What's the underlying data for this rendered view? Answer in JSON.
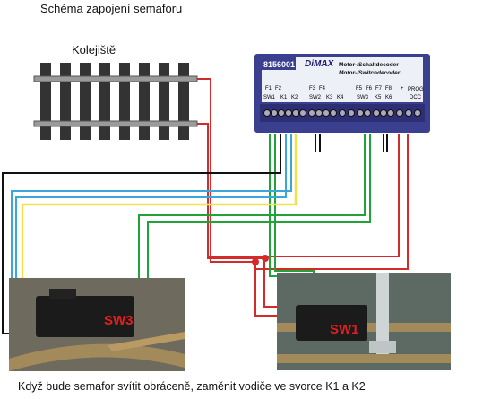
{
  "title": "Schéma zapojení semaforu",
  "track_label": "Kolejiště",
  "decoder": {
    "part_number": "8156001",
    "brand": "DiMAX",
    "name_de": "Motor-/Schaltdecoder",
    "name_en": "Motor-/Switchdecoder",
    "prog_label": "PROG",
    "dcc_label": "DCC",
    "plus_label": "+",
    "f_labels": [
      "F1",
      "F2",
      "F3",
      "F4",
      "F5",
      "F6",
      "F7",
      "F8"
    ],
    "terminal_labels": [
      "SW1",
      "K1",
      "K2",
      "SW2",
      "K3",
      "K4",
      "SW3",
      "K5",
      "K6"
    ]
  },
  "switch_left_label": "SW3",
  "switch_right_label": "SW1",
  "note": "Když bude semafor svítit obráceně, zaměnit vodiče ve svorce K1 a K2",
  "colors": {
    "red": "#d42a2a",
    "green": "#22a33a",
    "blue": "#3aa7d8",
    "yellow": "#f0e24a",
    "black": "#111111",
    "decoder_body": "#3b3f8f",
    "label_red": "#e02020"
  }
}
